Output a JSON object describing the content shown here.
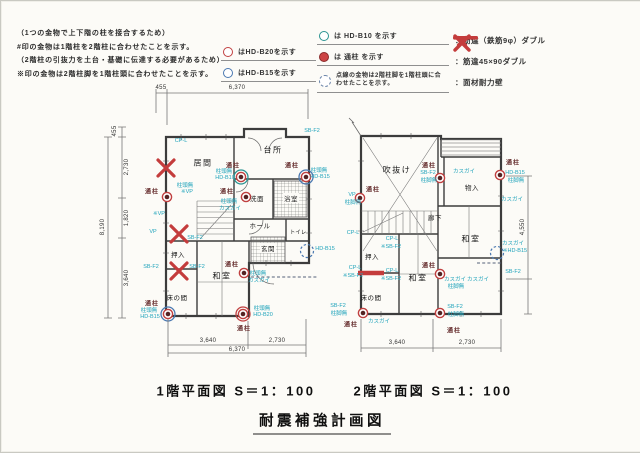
{
  "title": "耐震補強計画図",
  "colors": {
    "accent_red": "#c43c3c",
    "annotation_cyan": "#1fa3bb",
    "ring_red": "#c04040",
    "ring_blue": "#4a78b0",
    "ring_teal": "#2a9391",
    "wall": "#3c3c3c"
  },
  "notes": [
    "（1つの金物で上下階の柱を接合するため）",
    "#印の金物は1階柱を2階柱に合わせたことを示す。",
    "（2階柱の引抜力を土台・基礎に伝達する必要があるため）",
    "※印の金物は2階柱脚を1階柱頭に合わせたことを示す。"
  ],
  "legend": {
    "hd_b20": "はHD-B20を示す",
    "hd_b15": "はHD-B15を示す",
    "hd_b10": "は HD-B10 を示す",
    "toshi": "は 通柱 を示す",
    "dashed_note": "点線の金物は2階柱脚を1階柱頭に合わせたことを示す。",
    "brace_small": "：筋違（鉄筋9φ）ダブル",
    "brace_large": "：筋違45×90ダブル",
    "shear_wall": "：面材耐力壁"
  },
  "ann": {
    "tsubashira": "通柱",
    "chuto_nashi": "柱頭無",
    "chukyaku_nashi": "柱脚無",
    "kasugai": "カスガイ",
    "sb_f2": "SB-F2",
    "sb_f2_star": "※SB-F2",
    "cp_l": "CP-L",
    "vp": "VP",
    "vp_star": "※VP",
    "hd_b10": "HD-B10",
    "hd_b15": "HD-B15",
    "hd_b15_star": "※HD-B15",
    "hd_b20": "HD-B20"
  },
  "plan1": {
    "caption": "1階平面図 S＝1：100",
    "rooms": {
      "living": "居間",
      "kitchen": "台所",
      "wash": "洗面",
      "bath": "浴室",
      "hall": "ホール",
      "entry": "玄関",
      "toilet": "トイレ",
      "closet": "押入",
      "tatami": "和室",
      "tokonoma": "床の間"
    },
    "dims": {
      "top_offset": "455",
      "top_total": "6,370",
      "left_offset": "455",
      "left_seg1": "2,730",
      "left_seg2": "1,820",
      "left_seg3": "3,640",
      "left_total": "8,190",
      "bottom_seg1": "3,640",
      "bottom_seg2": "2,730",
      "bottom_total": "6,370"
    }
  },
  "plan2": {
    "caption": "2階平面図 S＝1：100",
    "rooms": {
      "void": "吹抜け",
      "storage": "物入",
      "corridor": "廊下",
      "tatami_a": "和室",
      "tatami_b": "和室",
      "closet": "押入",
      "tokonoma": "床の間"
    },
    "dims": {
      "bottom_seg1": "3,640",
      "bottom_seg2": "2,730",
      "right_seg": "4,550"
    }
  }
}
